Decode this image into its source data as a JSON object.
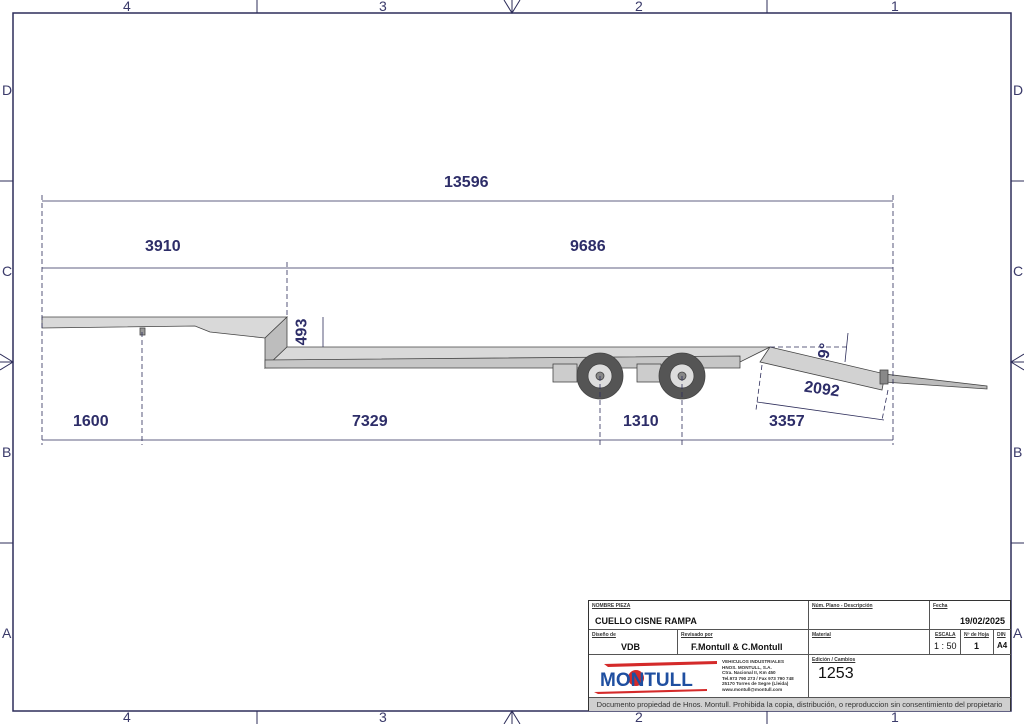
{
  "zones": {
    "columns": [
      "4",
      "3",
      "2",
      "1"
    ],
    "rows": [
      "D",
      "C",
      "B",
      "A"
    ]
  },
  "dimensions": {
    "overall_length": "13596",
    "gooseneck_length": "3910",
    "deck_length": "9686",
    "gooseneck_height": "493",
    "front_to_kingpin": "1600",
    "kingpin_to_axle": "7329",
    "axle_spacing": "1310",
    "rear_overhang": "3357",
    "ramp_length": "2092",
    "ramp_angle": "9°"
  },
  "title_block": {
    "part_name_label": "NOMBRE PIEZA",
    "part_name": "CUELLO CISNE RAMPA",
    "plan_label": "Núm. Plano - Descripción",
    "date_label": "Fecha",
    "date": "19/02/2025",
    "design_label": "Diseño de",
    "design": "VDB",
    "reviewed_label": "Revisado por",
    "reviewed": "F.Montull & C.Montull",
    "material_label": "Material",
    "scale_label": "ESCALA",
    "scale": "1 : 50",
    "sheet_label": "Nº de Hoja",
    "sheet": "1",
    "din_label": "DIN",
    "din": "A4",
    "edition_label": "Edición / Cambios",
    "edition": "1253",
    "logo_text": "MONTULL",
    "company_lines": [
      "VEHICULOS INDUSTRIALES",
      "HNOS. MONTULL, S.A.",
      "Ctra. Nacional II, Km 450",
      "Tel.973 790 273 / Fax 973 790 748",
      "25170 Torres de Segre (Lleida)",
      "www.montull@montull.com"
    ],
    "footer": "Documento propiedad de Hnos. Montull. Prohibida la copia, distribución, o reproduccion sin consentimiento del propietario"
  },
  "colors": {
    "frame": "#2d2d5a",
    "dimension_text": "#2d2d68",
    "logo_blue": "#1f4fa0",
    "logo_red": "#d42a2a"
  }
}
